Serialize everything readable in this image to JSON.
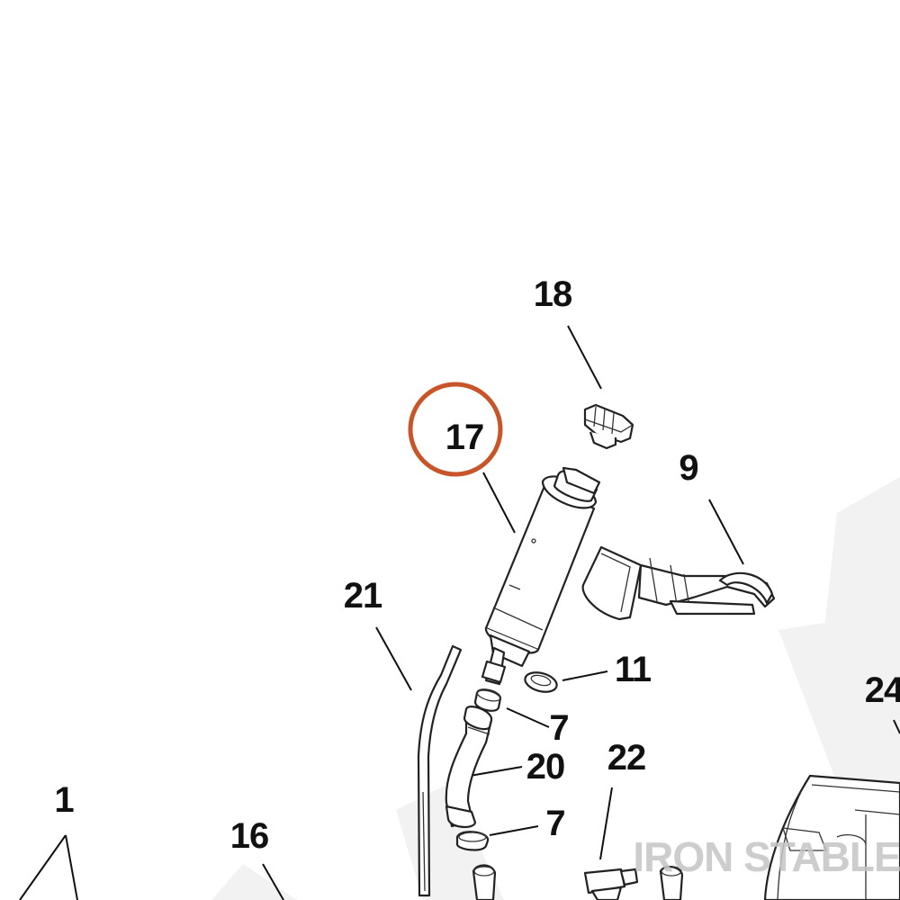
{
  "diagram": {
    "callouts": {
      "c1": "1",
      "c7a": "7",
      "c7b": "7",
      "c9": "9",
      "c11": "11",
      "c16": "16",
      "c17": "17",
      "c18": "18",
      "c20": "20",
      "c21": "21",
      "c22": "22",
      "c24": "24"
    },
    "highlight_color": "#C8542A",
    "watermark_text": "IRON STABLE"
  }
}
